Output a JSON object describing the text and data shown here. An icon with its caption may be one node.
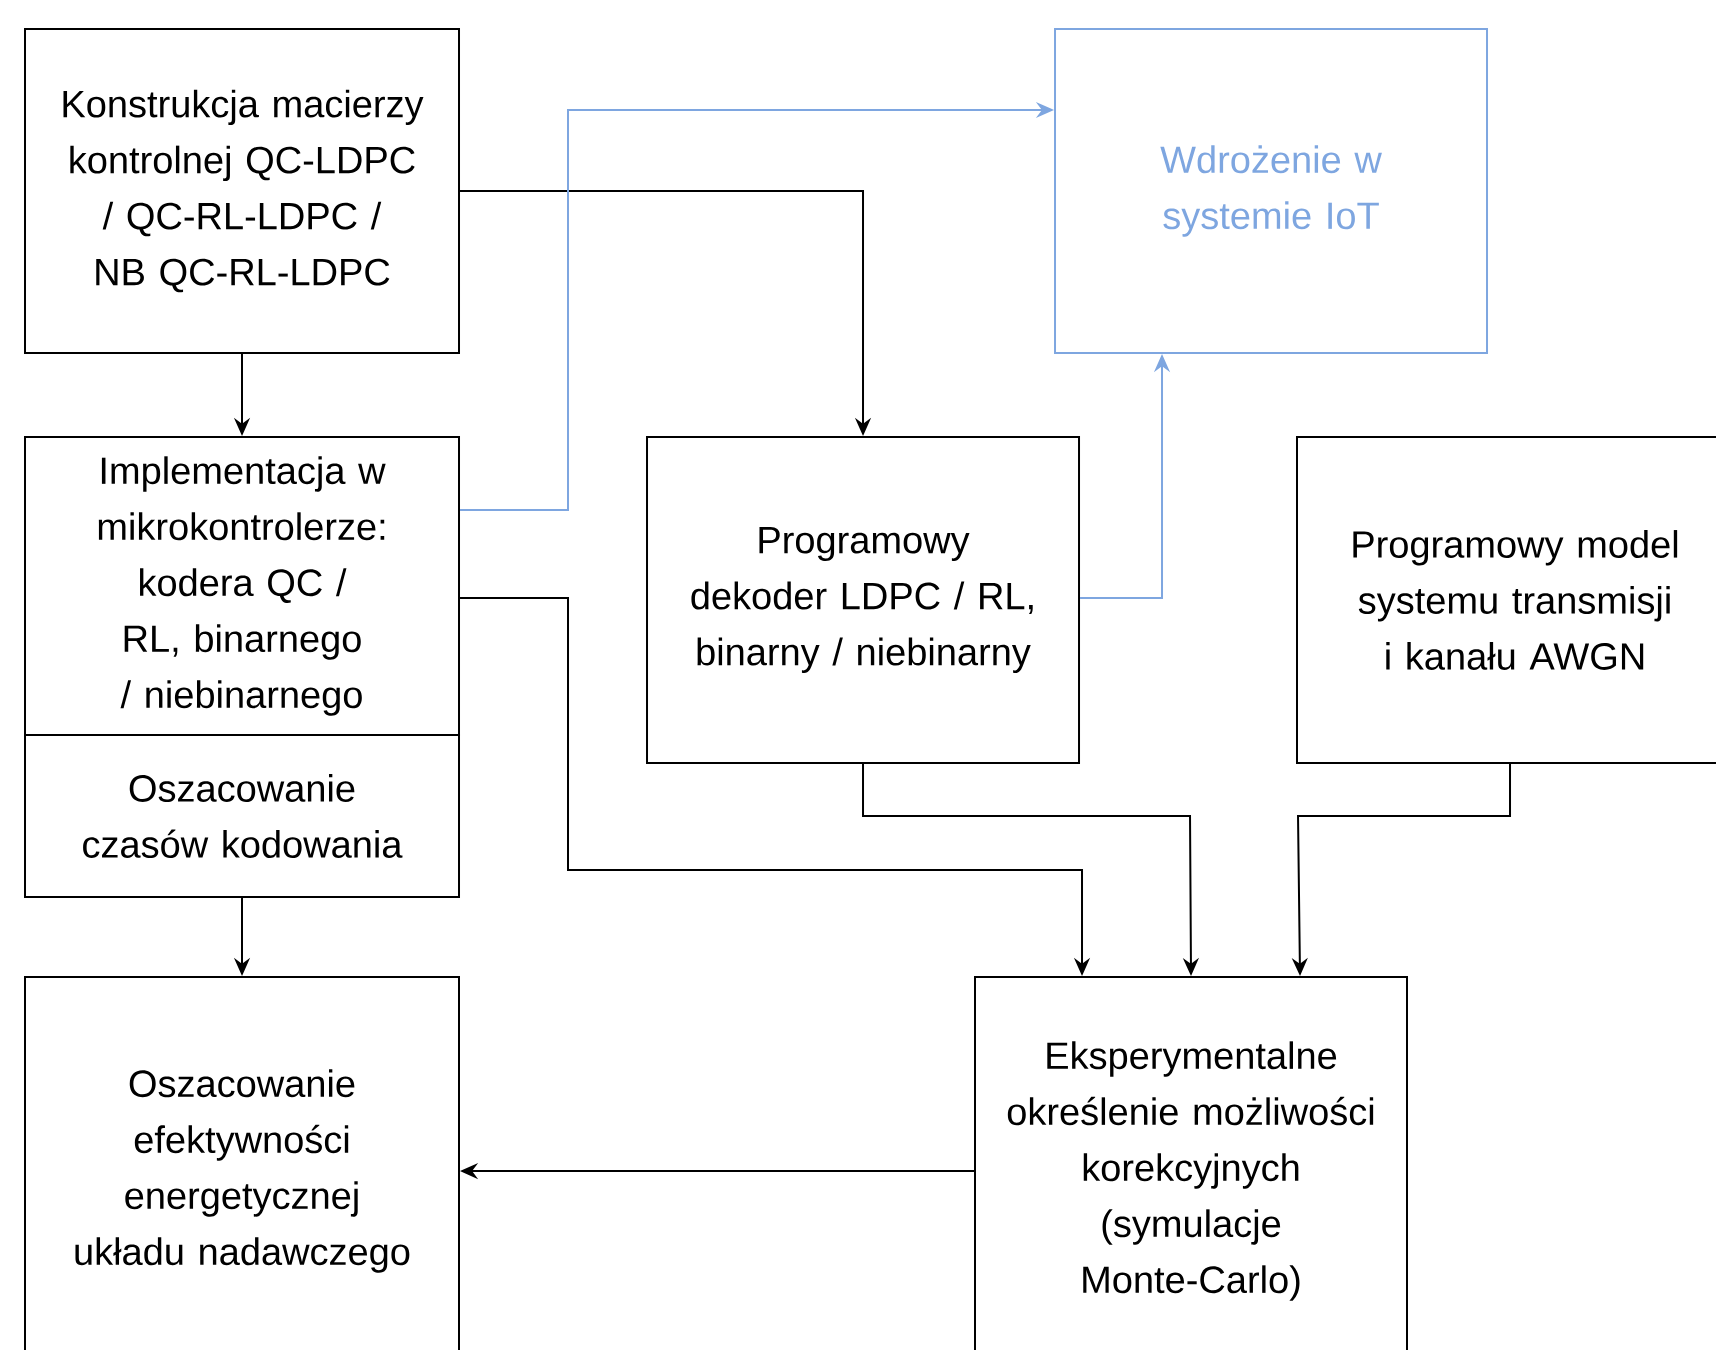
{
  "diagram": {
    "nodes": [
      {
        "text": [
          "Konstrukcja macierzy kontrolnej QC-LDPC / QC-RL-LDPC / NB QC-RL-LDPC"
        ]
      },
      {
        "text": [
          "Wdrożenie w systemie IoT"
        ]
      },
      {
        "text": [
          "Implementacja w mikrokontrolerze: kodera QC / RL, binarnego / niebinarnego"
        ]
      },
      {
        "text": [
          "Oszacowanie czasów kodowania"
        ]
      },
      {
        "text": [
          "Programowy dekoder LDPC / RL, binarny / niebinarny"
        ]
      },
      {
        "text": [
          "Programowy model systemu transmisji i kanału AWGN"
        ]
      },
      {
        "text": [
          "Oszacowanie efektywności energetycznej układu nadawczego"
        ]
      },
      {
        "text": [
          "Eksperymentalne określenie możliwości korekcyjnych (symulacje Monte-Carlo)"
        ]
      }
    ],
    "edges": [
      {
        "from": 0,
        "to": 2,
        "arrow": "to"
      },
      {
        "from": 0,
        "to": 4,
        "arrow": "to"
      },
      {
        "from": 2,
        "to": 1,
        "arrow": "to",
        "color": "#7ea6e0"
      },
      {
        "from": 4,
        "to": 1,
        "arrow": "to",
        "color": "#7ea6e0"
      },
      {
        "from": 2,
        "to": 7,
        "arrow": "to"
      },
      {
        "from": 4,
        "to": 7,
        "arrow": "to"
      },
      {
        "from": 5,
        "to": 7,
        "arrow": "to"
      },
      {
        "from": 3,
        "to": 6,
        "arrow": "to"
      },
      {
        "from": 7,
        "to": 6,
        "arrow": "to"
      }
    ]
  }
}
